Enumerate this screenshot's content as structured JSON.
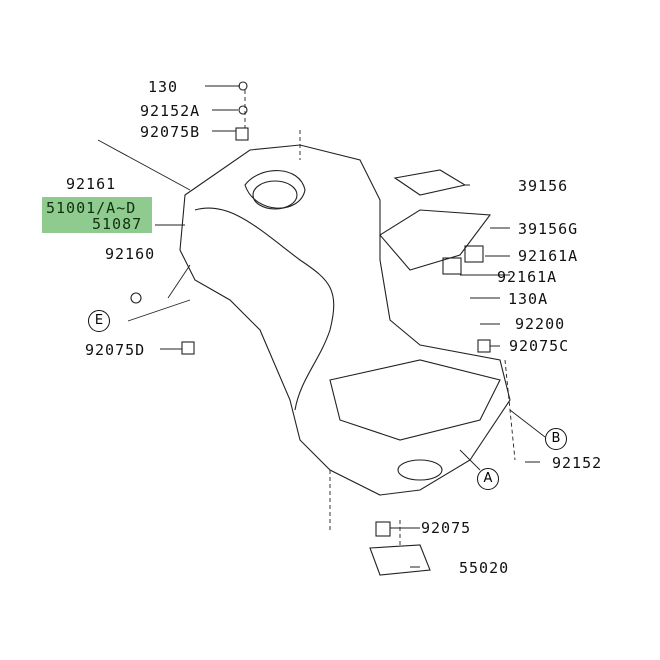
{
  "labels": {
    "p130": "130",
    "p92152A": "92152A",
    "p92075B": "92075B",
    "p92161": "92161",
    "p51001": "51001/A~D",
    "p51087": "51087",
    "p92160": "92160",
    "p92075D": "92075D",
    "p39156": "39156",
    "p39156G": "39156G",
    "p92161A_1": "92161A",
    "p92161A_2": "92161A",
    "p130A": "130A",
    "p92200": "92200",
    "p92075C": "92075C",
    "p92152": "92152",
    "p92075": "92075",
    "p55020": "55020"
  },
  "refs": {
    "E": "E",
    "B": "B",
    "A": "A"
  },
  "highlight_color": "#8fcb8f"
}
